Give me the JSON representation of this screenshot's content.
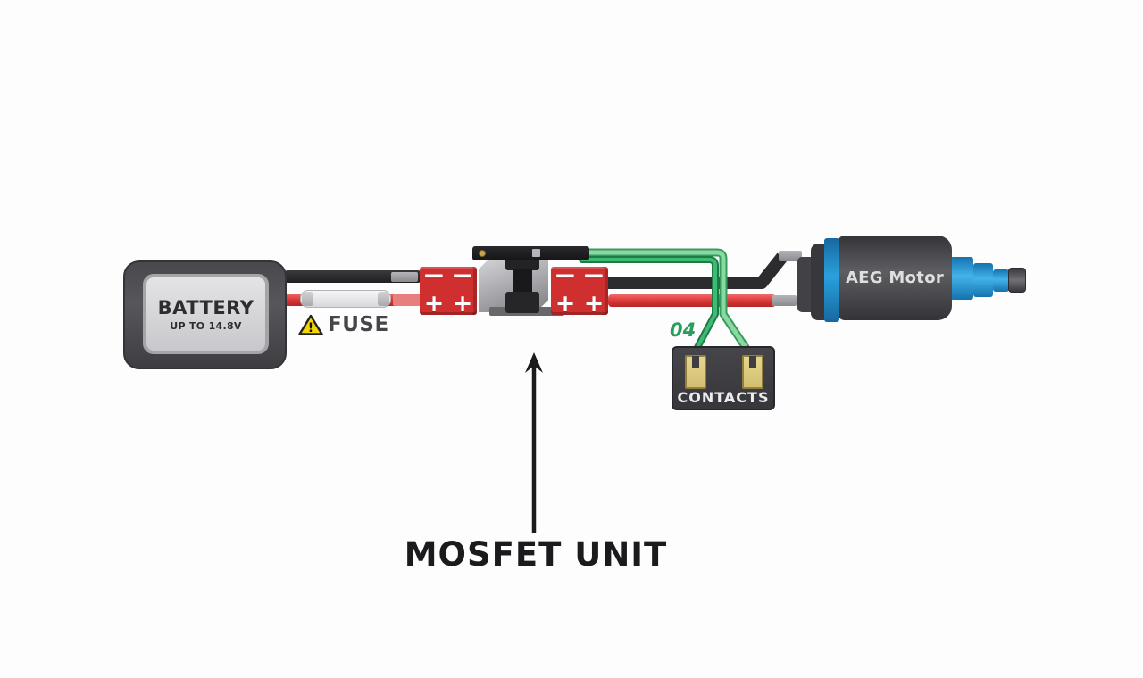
{
  "battery": {
    "label": "BATTERY",
    "sublabel": "UP TO 14.8V"
  },
  "fuse": {
    "label": "FUSE",
    "warning_glyph": "!"
  },
  "connector_left": {
    "symbols": [
      "−",
      "−",
      "+",
      "+"
    ]
  },
  "connector_right": {
    "symbols": [
      "−",
      "−",
      "+",
      "+"
    ]
  },
  "contacts": {
    "tag": "04",
    "label": "CONTACTS"
  },
  "motor": {
    "label": "AEG Motor"
  },
  "callout": {
    "label": "MOSFET UNIT"
  },
  "colors": {
    "page_bg": "#fdfdfe",
    "wire_black": "#2c2c2e",
    "wire_red": "#d93434",
    "wire_green_dark": "#2a9e5c",
    "wire_green_light": "#8bd8a3",
    "connector_red": "#d02f2f",
    "motor_blue": "#2aa0dd",
    "warning_yellow": "#f5d600",
    "contacts_gold": "#d2bf72"
  }
}
